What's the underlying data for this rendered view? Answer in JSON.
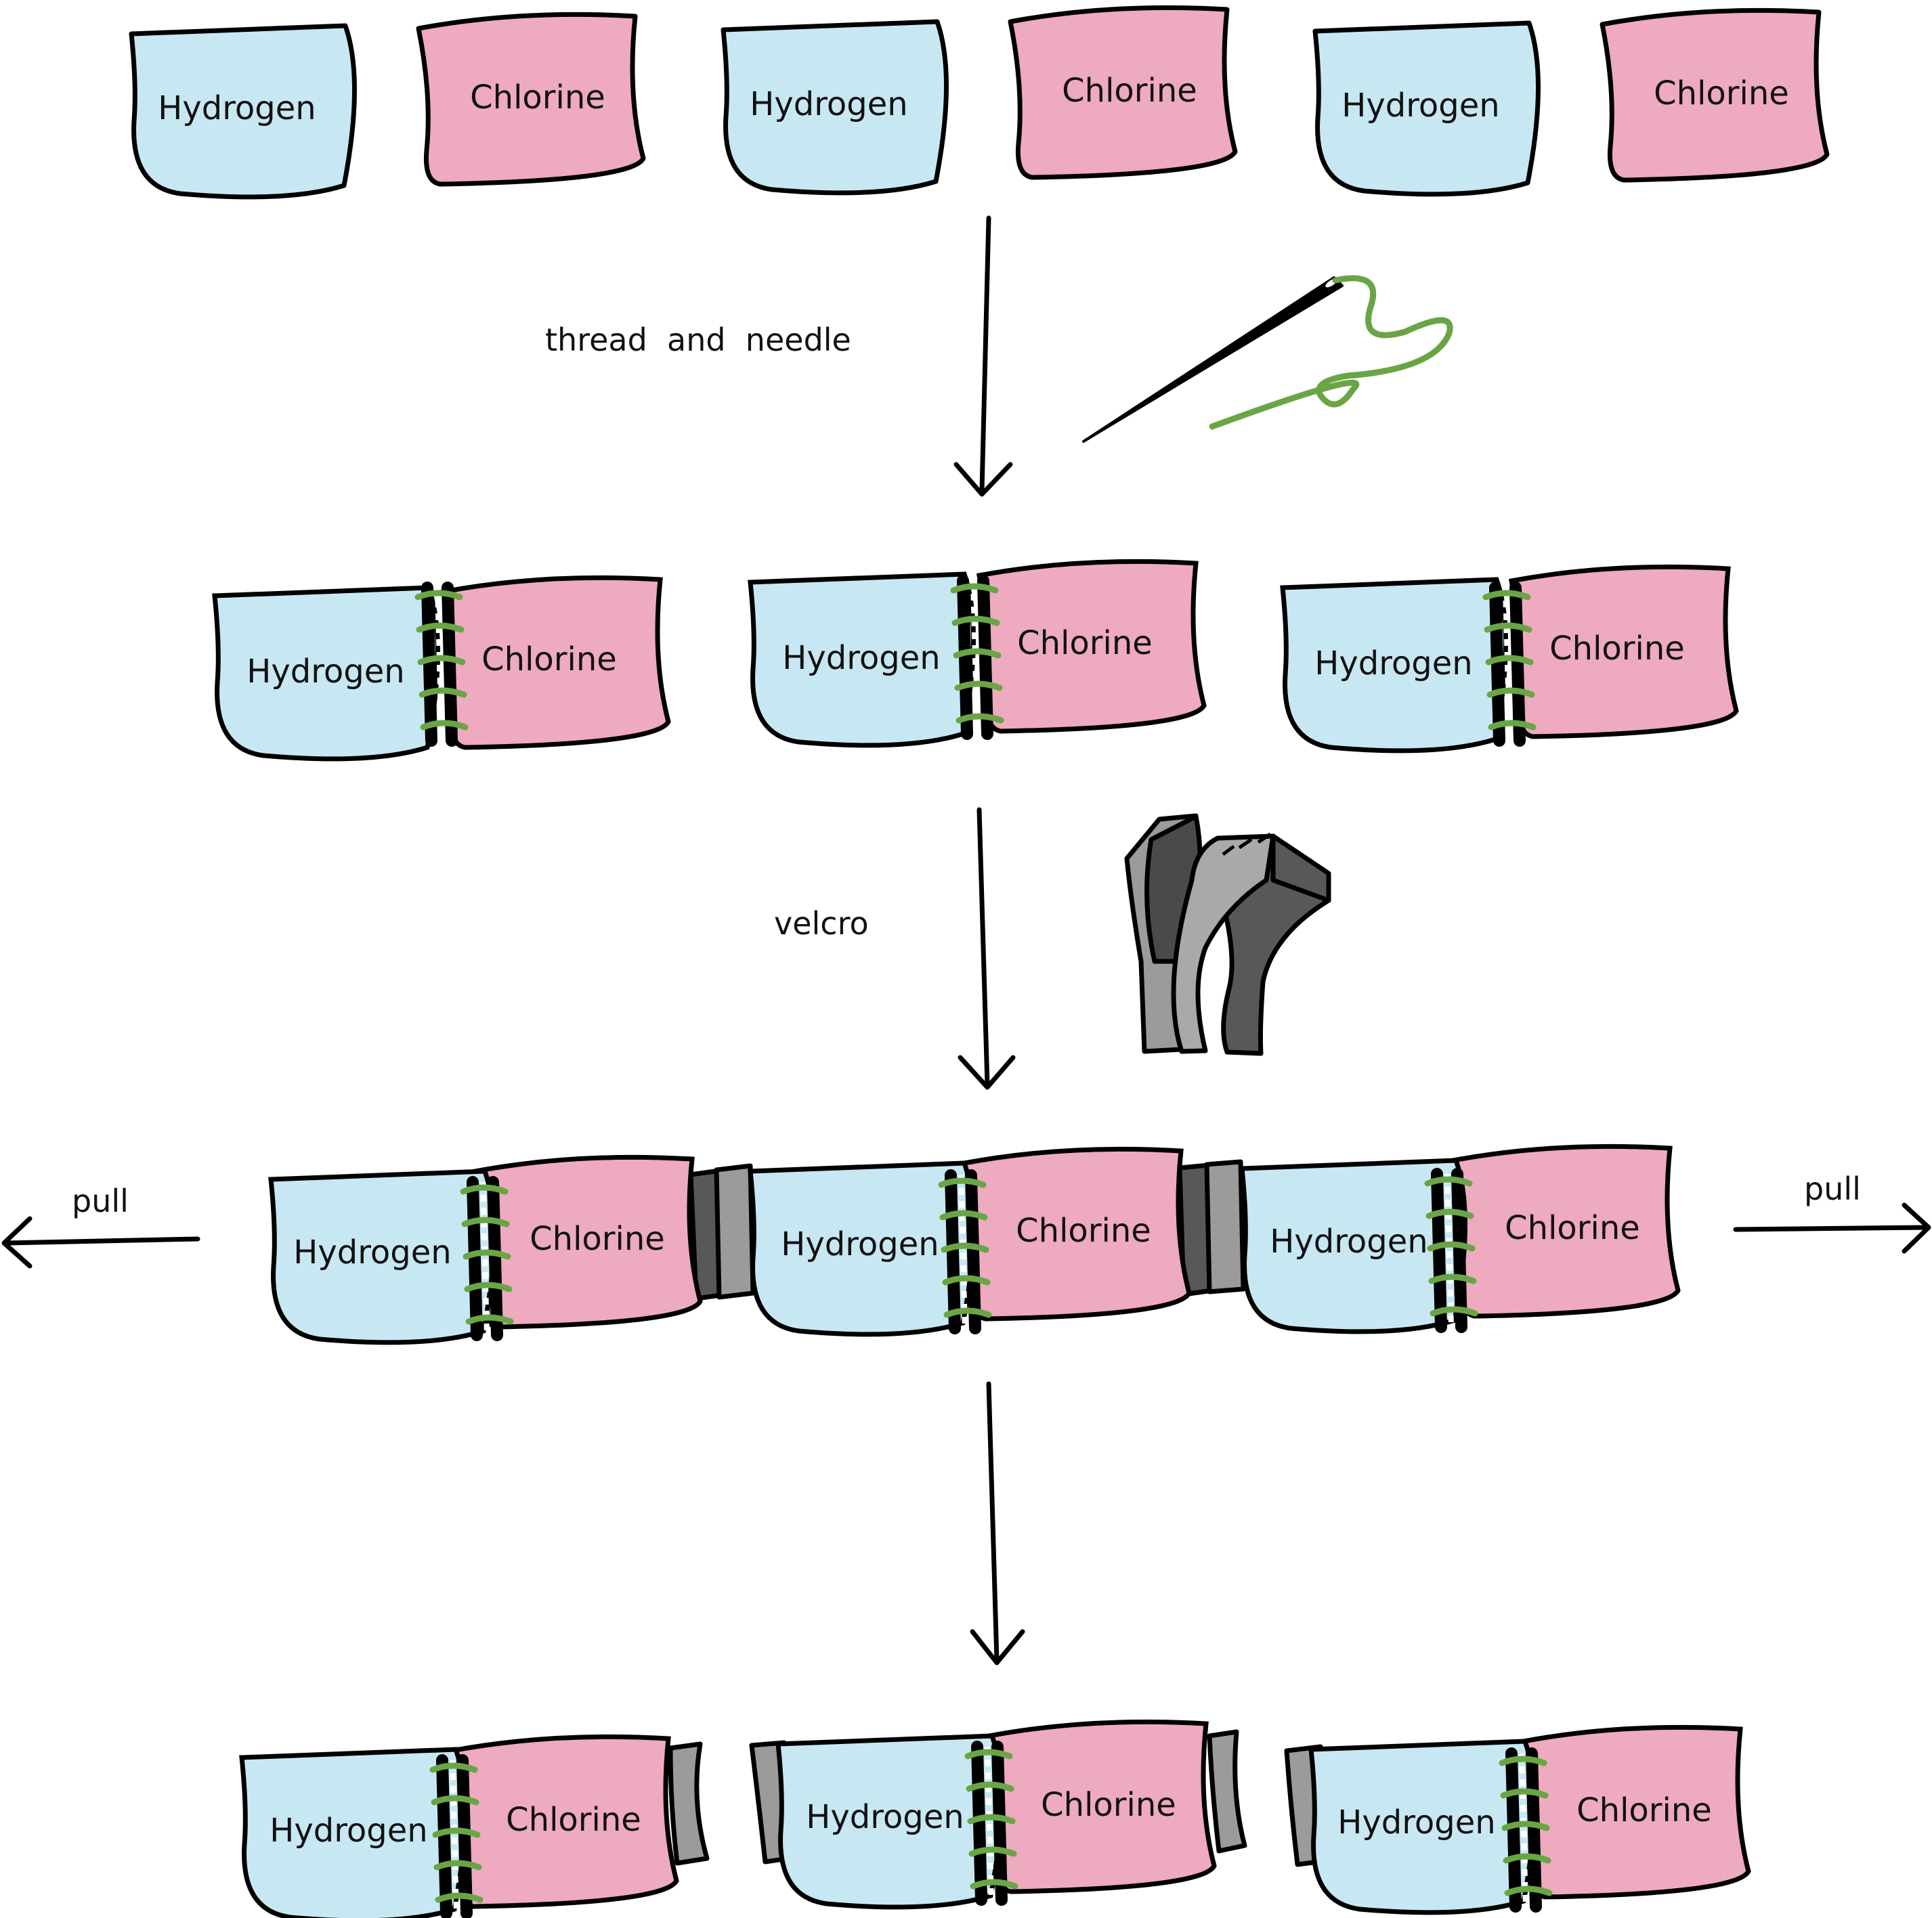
{
  "colors": {
    "hydrogen": "#c7e8f3",
    "chlorine": "#eeaabf",
    "outline": "#000000",
    "stitch": "#6aa545",
    "velcro_light": "#9b9b9b",
    "velcro_mid": "#a9a9a9",
    "velcro_dark": "#585858",
    "velcro_hooks": "#4a4a4a"
  },
  "blocks": {
    "hydrogen": "Hydrogen",
    "chlorine": "Chlorine"
  },
  "labels": {
    "step1": "thread  and  needle",
    "step2": "velcro",
    "pull_left": "pull",
    "pull_right": "pull"
  },
  "icons": {
    "needle": "needle-icon",
    "thread": "thread-icon",
    "velcro": "velcro-icon"
  }
}
